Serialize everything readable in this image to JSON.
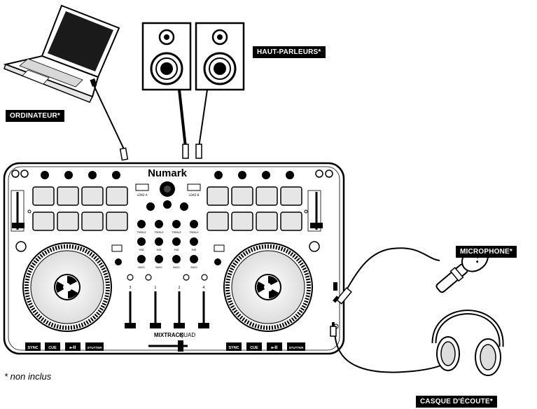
{
  "labels": {
    "computer": "ORDINATEUR*",
    "speakers": "HAUT-PARLEURS*",
    "microphone": "MICROPHONE*",
    "headphones": "CASQUE D'ÉCOUTE*",
    "footnote": "* non inclus"
  },
  "controller": {
    "brand": "Numark",
    "model": "MIXTRACK",
    "model_suffix": "QUAD",
    "left_buttons": [
      "SYNC",
      "CUE",
      "►II",
      "STUTTER"
    ],
    "right_buttons": [
      "SYNC",
      "CUE",
      "►II",
      "STUTTER"
    ],
    "load_a": "LOAD A",
    "load_b": "LOAD B",
    "eq_labels": [
      "TREBLE",
      "MID",
      "BASS"
    ],
    "channel_numbers": [
      "3",
      "1",
      "2",
      "4"
    ]
  },
  "colors": {
    "ink": "#000000",
    "paper": "#ffffff",
    "pad_gray": "#cfcfcf"
  }
}
